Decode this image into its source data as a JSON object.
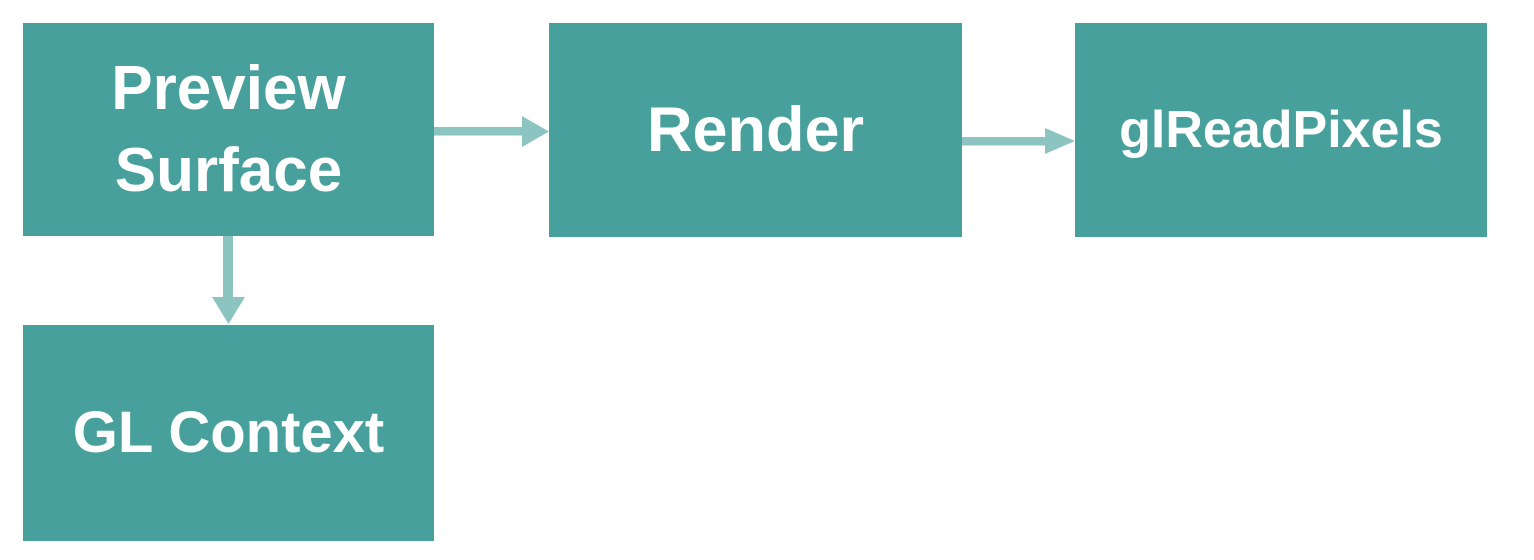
{
  "diagram": {
    "nodes": [
      {
        "id": "preview-surface",
        "label": "Preview Surface"
      },
      {
        "id": "render",
        "label": "Render"
      },
      {
        "id": "glreadpixels",
        "label": "glReadPixels"
      },
      {
        "id": "gl-context",
        "label": "GL Context"
      }
    ],
    "edges": [
      {
        "from": "preview-surface",
        "to": "render",
        "direction": "right"
      },
      {
        "from": "render",
        "to": "glreadpixels",
        "direction": "right"
      },
      {
        "from": "preview-surface",
        "to": "gl-context",
        "direction": "down"
      }
    ]
  },
  "colors": {
    "box": "#47a09b",
    "arrow": "#8bc4c1",
    "text": "#ffffff",
    "background": "#ffffff"
  }
}
